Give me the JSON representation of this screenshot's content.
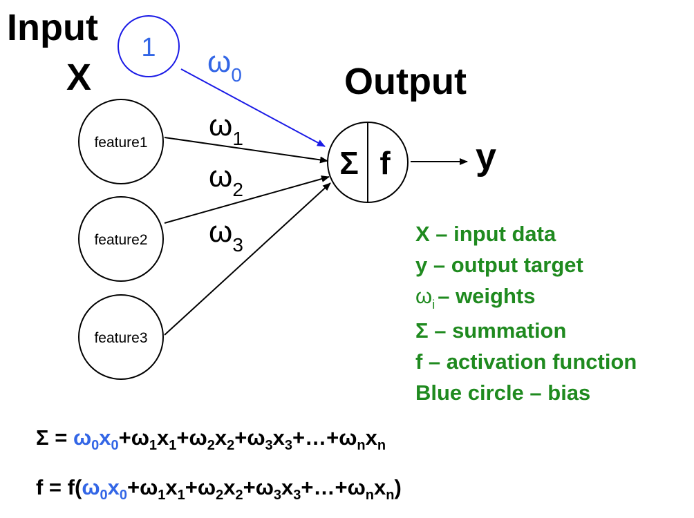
{
  "input": {
    "title": "Input",
    "symbol": "X",
    "bias_node": "1",
    "features": [
      "feature1",
      "feature2",
      "feature3"
    ]
  },
  "weights": {
    "w0": "ω",
    "w0_sub": "0",
    "labels": [
      {
        "symbol": "ω",
        "sub": "1"
      },
      {
        "symbol": "ω",
        "sub": "2"
      },
      {
        "symbol": "ω",
        "sub": "3"
      }
    ]
  },
  "output": {
    "title": "Output",
    "sum_symbol": "Σ",
    "activation_symbol": "f",
    "target": "y"
  },
  "legend": {
    "items": [
      {
        "text": "X – input data"
      },
      {
        "text": "y – output target"
      },
      {
        "text": "– weights"
      },
      {
        "text": "Σ – summation"
      },
      {
        "text": "f – activation function"
      },
      {
        "text": "Blue circle – bias"
      }
    ],
    "weights_symbol": "ω",
    "weights_sub": "i"
  },
  "formulas": {
    "sum_prefix": "Σ = ",
    "act_prefix": "f = f(",
    "act_suffix": ")"
  },
  "colors": {
    "bias": "#3366e6",
    "legend": "#1f8a1f",
    "default": "#000000"
  }
}
